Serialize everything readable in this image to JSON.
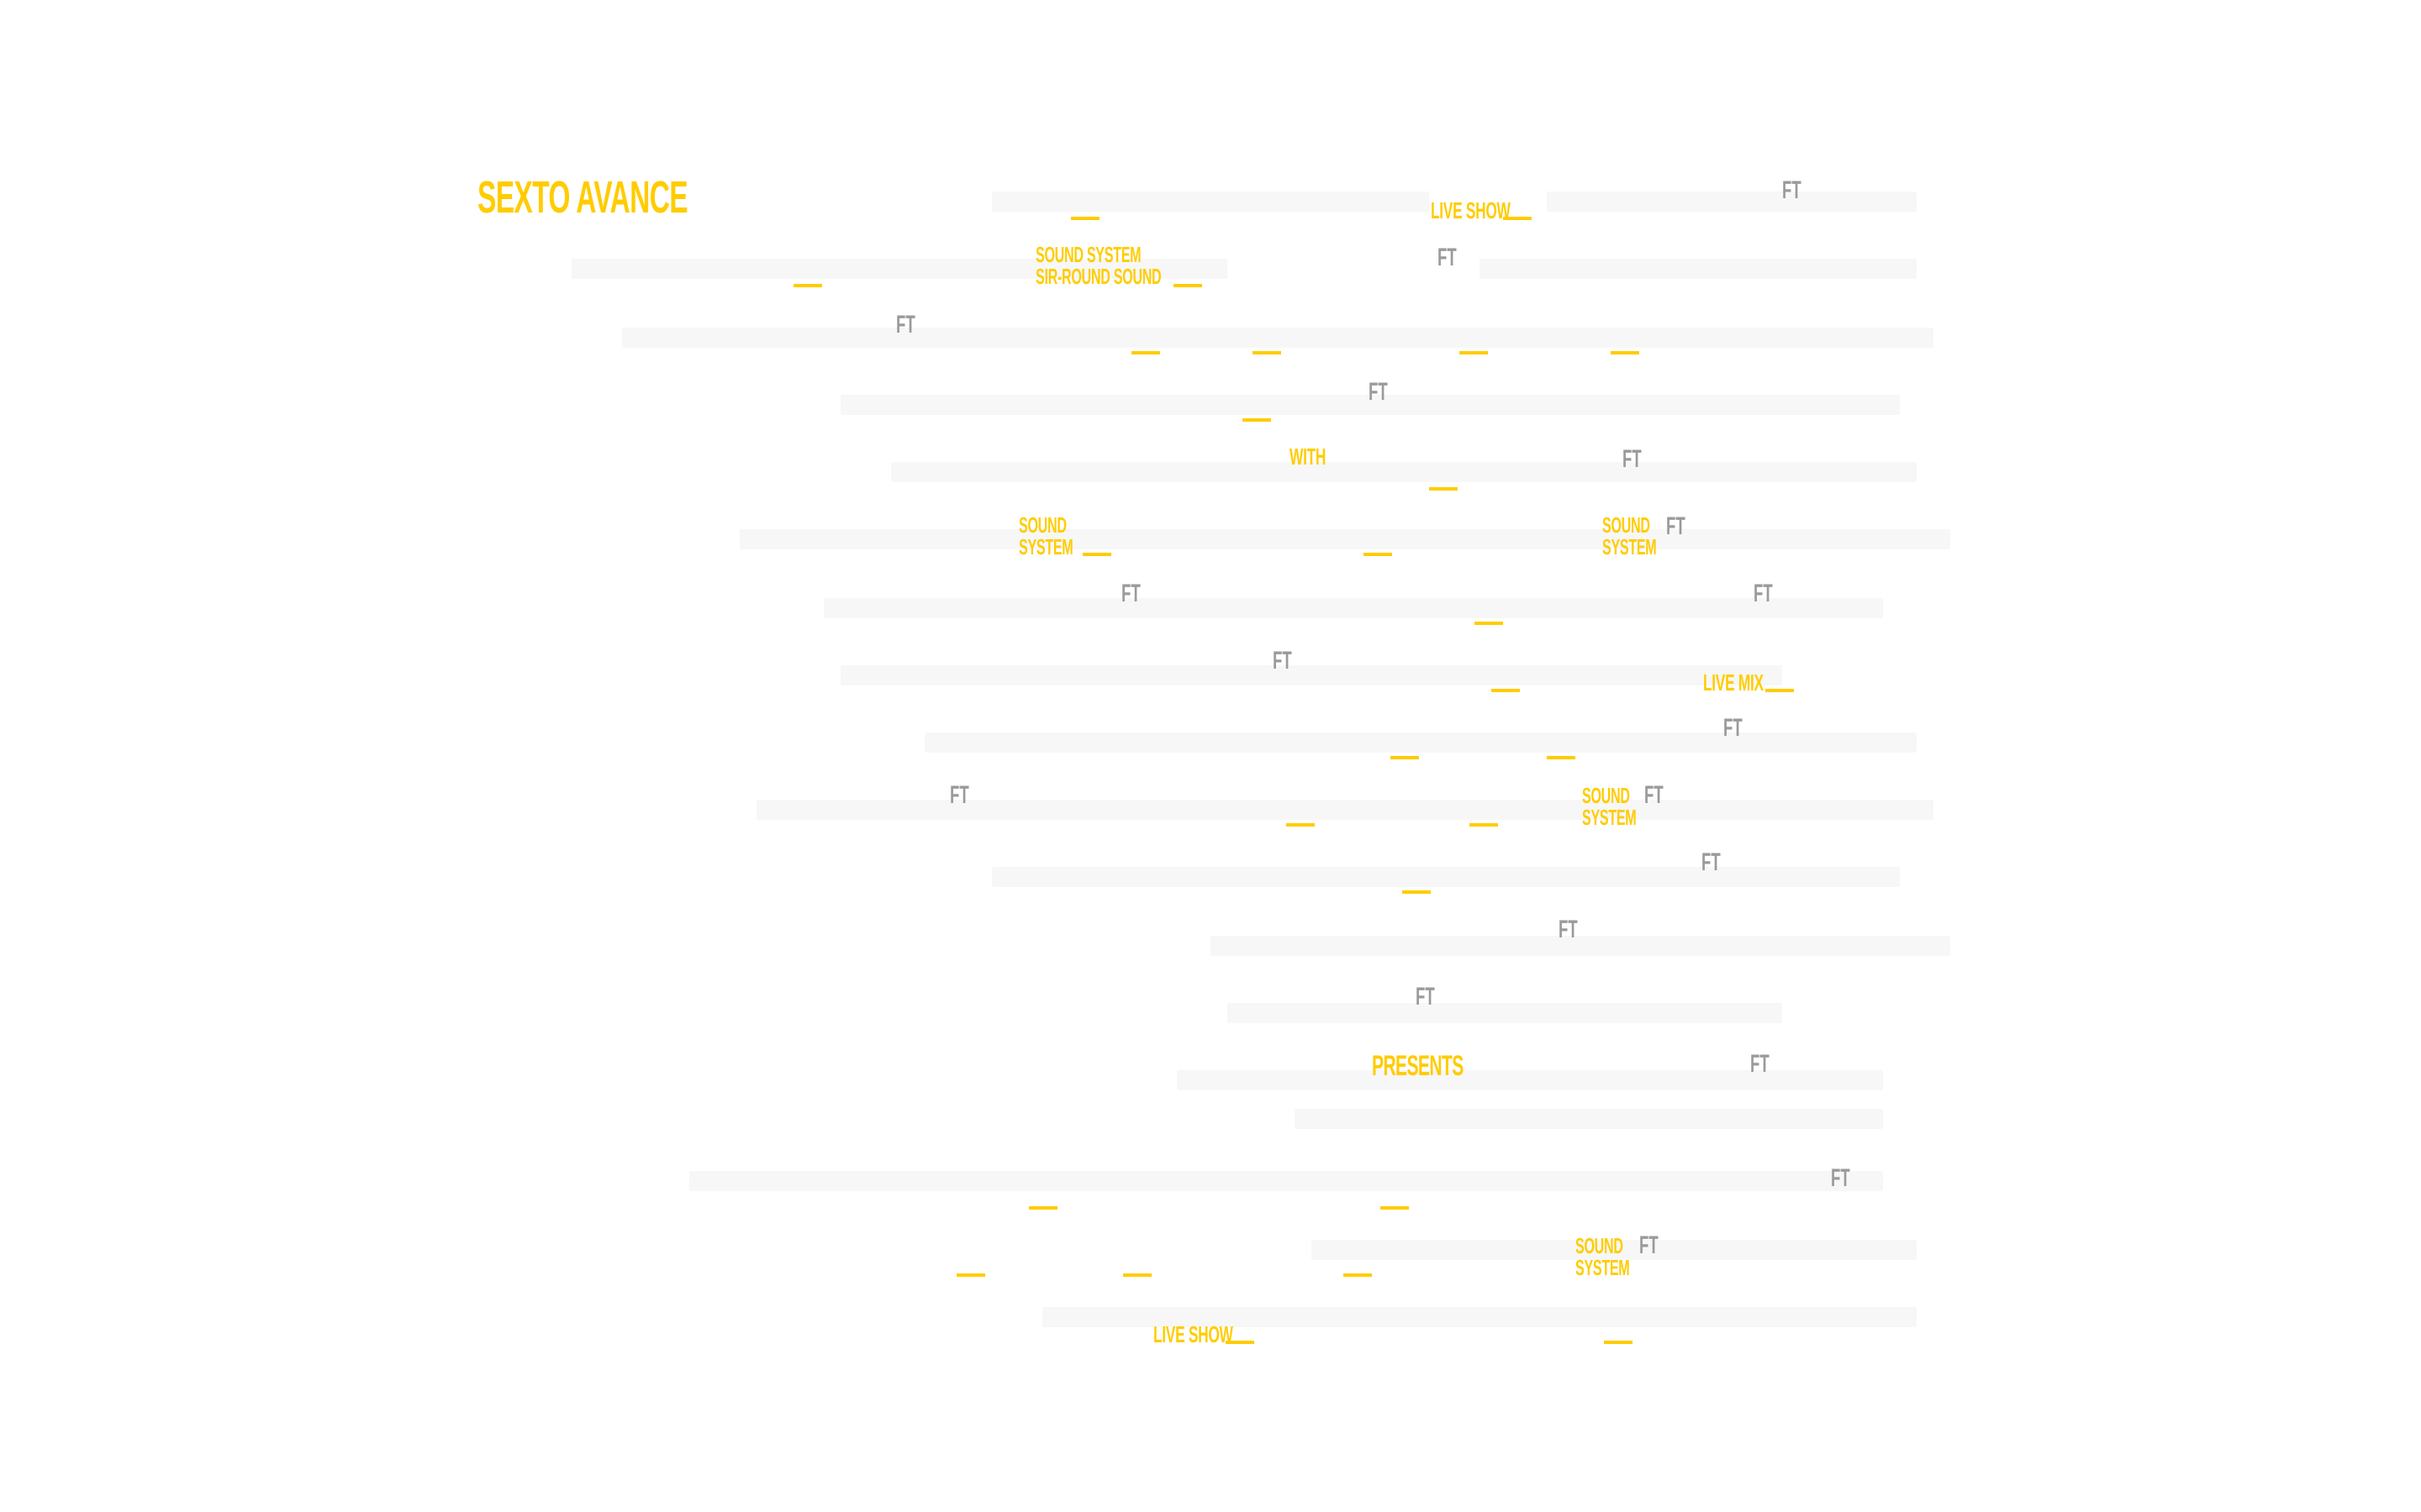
{
  "brand": {
    "name": "SEXTO AVANCE"
  },
  "tags": {
    "live_show_1": "LIVE SHOW",
    "sound_system_sir_round_line1": "SOUND SYSTEM",
    "sound_system_sir_round_line2": "SIR-ROUND SOUND",
    "with": "WITH",
    "sound": "SOUND",
    "system": "SYSTEM",
    "live_mix": "LIVE MIX",
    "presents": "PRESENTS",
    "live_show_2": "LIVE SHOW"
  },
  "ft": "FT",
  "colors": {
    "accent": "#FFCC00",
    "ft_gray": "#9a9a9a",
    "background": "#ffffff",
    "ghost_text": "#f7f7f7"
  }
}
